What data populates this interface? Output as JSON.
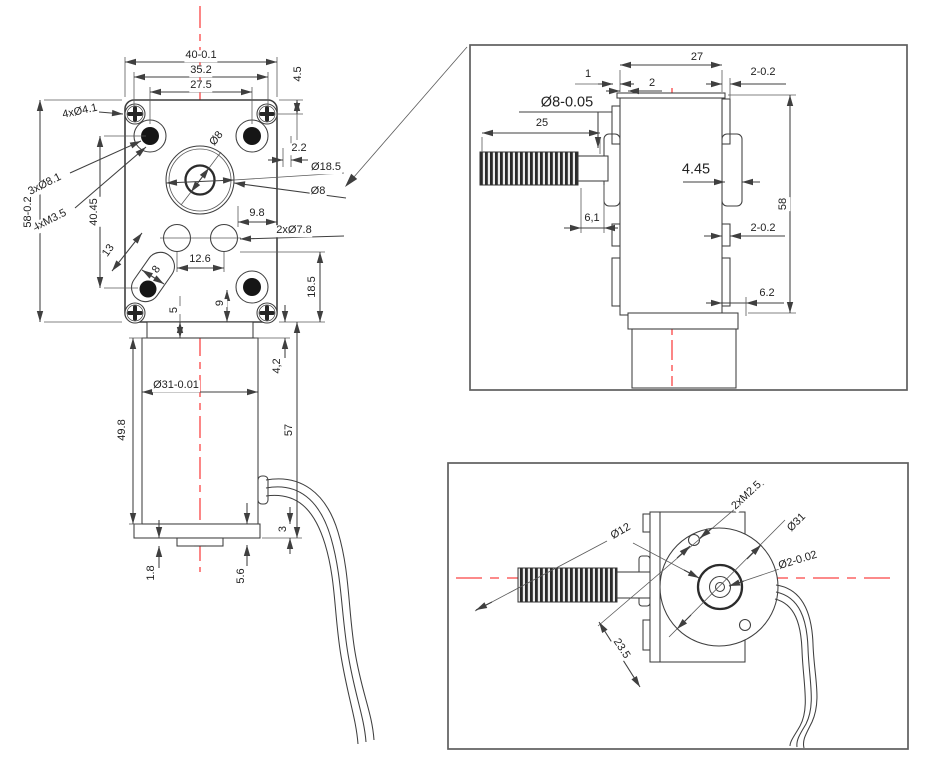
{
  "drawing_type": "worm-gear-motor engineering drawing, 3 views",
  "colors": {
    "line": "#3f3f3f",
    "centerline_red": "#fb4444",
    "hole_fill": "#161616",
    "detail_box_border": "#5f5f5f",
    "hatch": "#999999"
  },
  "front_view": {
    "dims": {
      "overall_width": "40-0.1",
      "screw_spacing": "35.2",
      "hole_spacing": "27.5",
      "edge_offset": "4.5",
      "corner_holes": "4xØ4.1",
      "large_holes": "3xØ8.1",
      "tapped_holes": "4xM3.5",
      "overall_height": "58-0.2",
      "hole_col_height": "40.45",
      "shaft_dia_top": "Ø8",
      "side_offset": "2.2",
      "boss_dia": "Ø18.5",
      "bore_dia": "Ø8",
      "pair_offset": "9.8",
      "pair_holes": "2xØ7.8",
      "pair_spacing": "12.6",
      "slot_length": "13",
      "slot_width": "8",
      "bottom_height": "18.5",
      "hole_bottom": "9",
      "flange_step": "5",
      "flange_height": "4,2",
      "motor_dia": "Ø31-0.01",
      "motor_length": "49.8",
      "lower_height": "57",
      "cap_step": "1.8",
      "cap_height": "5.6",
      "wire_gap": "3"
    }
  },
  "side_view": {
    "dims": {
      "width": "27",
      "tab_offset": "1",
      "wall": "2",
      "ear_thickness_top": "2-0.2",
      "worm_dia": "Ø8-0.05",
      "worm_length": "25",
      "boss_width": "4.45",
      "shaft_step": "6,1",
      "height": "58",
      "ear_thickness_mid": "2-0.2",
      "bottom_step": "6.2"
    }
  },
  "back_view": {
    "dims": {
      "screw_holes": "2xM2.5",
      "motor_dia": "Ø31",
      "hub_dia": "Ø12",
      "shaft_dia": "Ø2-0.02",
      "hole_distance": "23.5"
    }
  }
}
